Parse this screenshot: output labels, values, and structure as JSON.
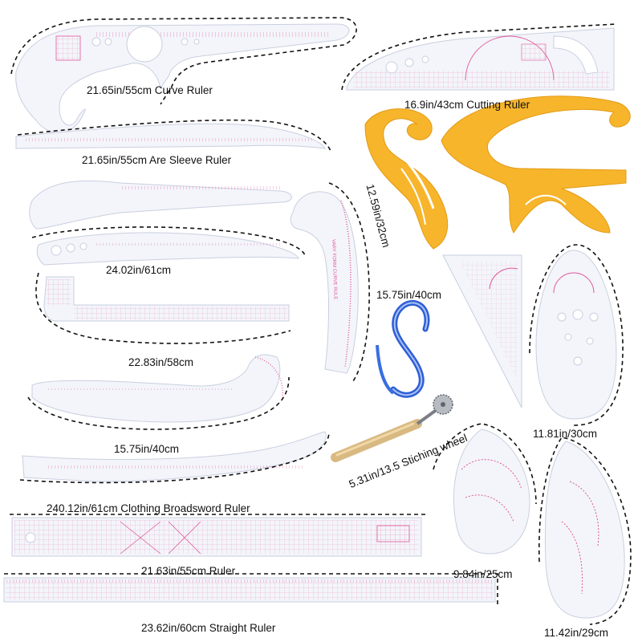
{
  "colors": {
    "ruler_fill": "#f3f5fa",
    "ruler_edge": "#c9cfe0",
    "pink_mark": "#e0569a",
    "dash_outline": "#111111",
    "french_curve_yellow": "#f7b52c",
    "flex_curve_blue": "#2f5fd6",
    "wheel_handle_wood": "#d9b982"
  },
  "labels": {
    "curve_ruler": "21.65in/55cm Curve Ruler",
    "cutting_ruler": "16.9in/43cm Cutting Ruler",
    "sleeve_ruler": "21.65in/55cm Are Sleeve Ruler",
    "vary_form_ruler": "12.59in/32cm",
    "curve_61": "24.02in/61cm",
    "l_square": "22.83in/58cm",
    "flexible_curve": "15.75in/40cm",
    "hip_curve": "15.75in/40cm",
    "stitching_wheel": "5.31in/13.5 Stiching wheel",
    "triangle_teardrop": "11.81in/30cm",
    "broadsword_ruler": "240.12in/61cm Clothing Broadsword Ruler",
    "ruler_55": "21.63in/55cm Ruler",
    "teardrop_25": "9.84in/25cm",
    "straight_ruler": "23.62in/60cm Straight Ruler",
    "armhole_29": "11.42in/29cm"
  },
  "printed": {
    "vary_form_text": "VARY FORM CURVE RULE"
  }
}
